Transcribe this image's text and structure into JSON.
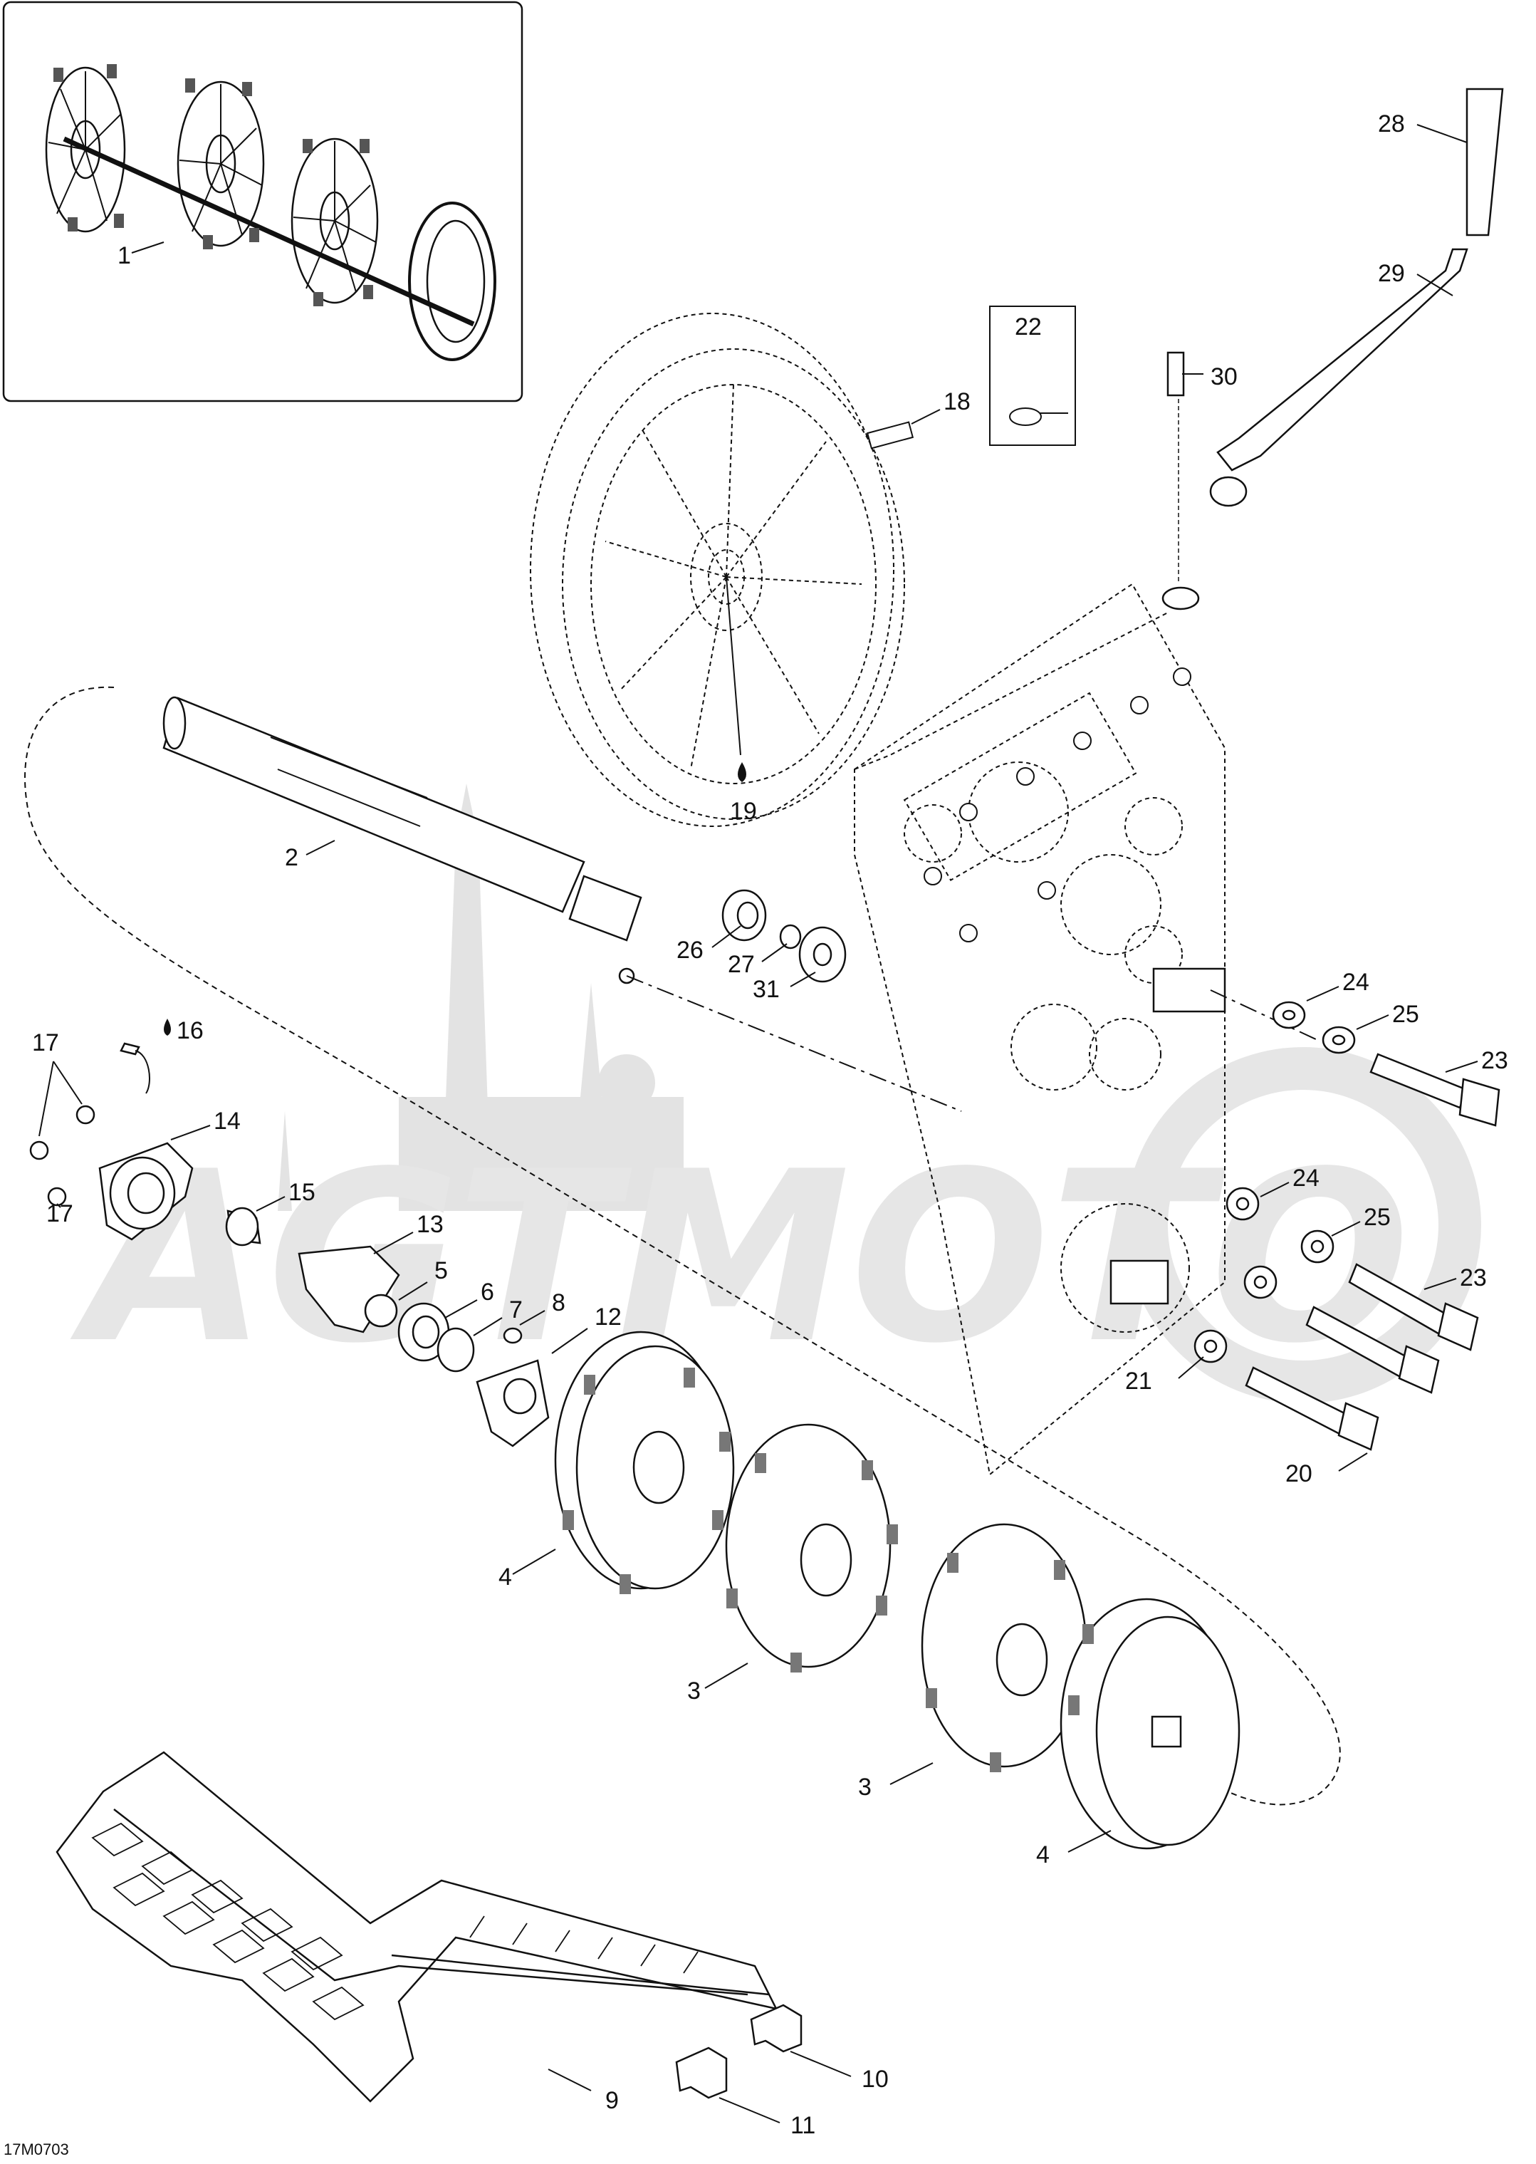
{
  "diagram": {
    "drawing_code": "17M0703",
    "watermark_text": "AGTMOTO",
    "labels": {
      "p1": "1",
      "p2": "2",
      "p3a": "3",
      "p3b": "3",
      "p4a": "4",
      "p4b": "4",
      "p5": "5",
      "p6": "6",
      "p7": "7",
      "p8": "8",
      "p9": "9",
      "p10": "10",
      "p11": "11",
      "p12": "12",
      "p13": "13",
      "p14": "14",
      "p15": "15",
      "p16": "16",
      "p17a": "17",
      "p17b": "17",
      "p18": "18",
      "p19": "19",
      "p20": "20",
      "p21": "21",
      "p22": "22",
      "p23a": "23",
      "p23b": "23",
      "p24a": "24",
      "p24b": "24",
      "p25a": "25",
      "p25b": "25",
      "p26": "26",
      "p27": "27",
      "p28": "28",
      "p29": "29",
      "p30": "30",
      "p31": "31"
    },
    "icons": {
      "lubricant": "oil-drop-icon"
    },
    "colors": {
      "line": "#111111",
      "watermark": "#e3e3e3",
      "background": "#ffffff"
    }
  }
}
